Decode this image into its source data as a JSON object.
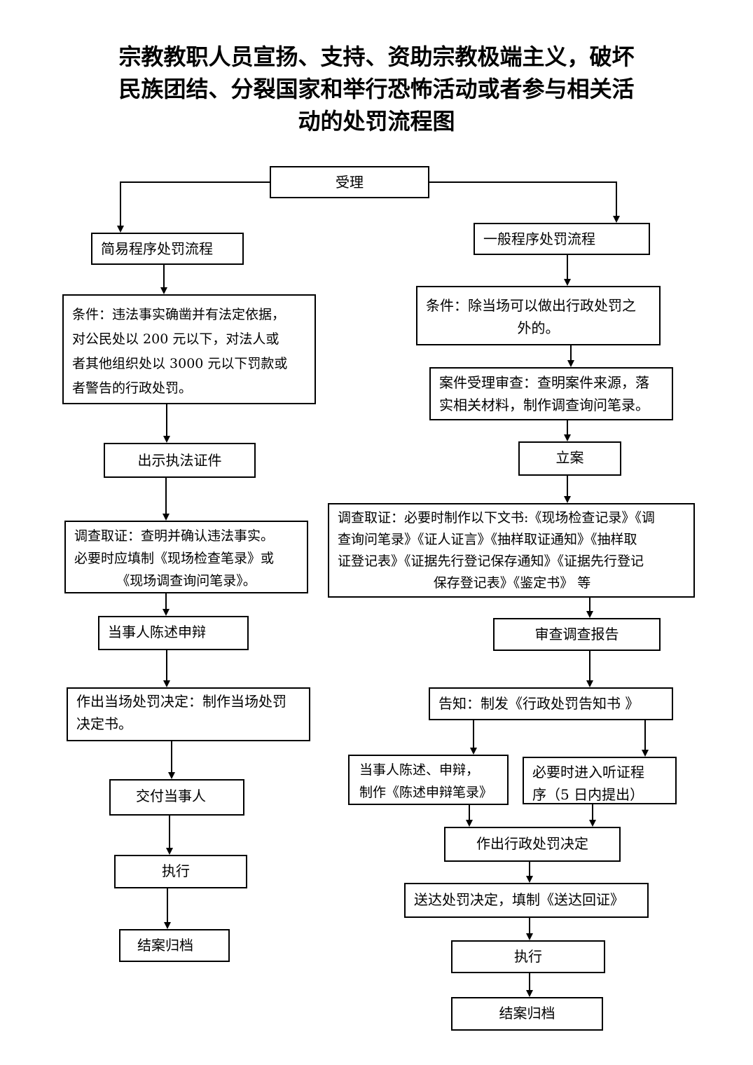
{
  "title": {
    "line1": "宗教教职人员宣扬、支持、资助宗教极端主义，破坏",
    "line2": "民族团结、分裂国家和举行恐怖活动或者参与相关活",
    "line3": "动的处罚流程图"
  },
  "top": {
    "accept": "受理"
  },
  "simple": {
    "heading": "简易程序处罚流程",
    "condition": [
      "条件：违法事实确凿并有法定依据，",
      "对公民处以 200 元以下，对法人或",
      "者其他组织处以 3000 元以下罚款或",
      "者警告的行政处罚。"
    ],
    "show_cert": "出示执法证件",
    "investigate": [
      "调查取证：查明并确认违法事实。",
      "必要时应填制《现场检查笔录》或",
      "《现场调查询问笔录》。"
    ],
    "statement": "当事人陈述申辩",
    "decision": [
      "作出当场处罚决定：制作当场处罚",
      "决定书。"
    ],
    "deliver": "交付当事人",
    "execute": "执行",
    "archive": "结案归档"
  },
  "general": {
    "heading": "一般程序处罚流程",
    "condition": [
      "条件：除当场可以做出行政处罚之",
      "外的。"
    ],
    "review": [
      "案件受理审查：查明案件来源，落",
      "实相关材料，制作调查询问笔录。"
    ],
    "register": "立案",
    "investigate": [
      "调查取证：必要时制作以下文书:《现场检查记录》《调",
      "查询问笔录》《证人证言》《抽样取证通知》《抽样取",
      "证登记表》《证据先行登记保存通知》《证据先行登记",
      "保存登记表》《鉴定书》 等"
    ],
    "report": "审查调查报告",
    "notify": "告知：制发《行政处罚告知书 》",
    "statement": [
      "当事人陈述、申辩，",
      "制作《陈述申辩笔录》"
    ],
    "hearing": [
      "必要时进入听证程",
      "序（5 日内提出）"
    ],
    "decision": "作出行政处罚决定",
    "serve": "送达处罚决定，填制《送达回证》",
    "execute": "执行",
    "archive": "结案归档"
  }
}
